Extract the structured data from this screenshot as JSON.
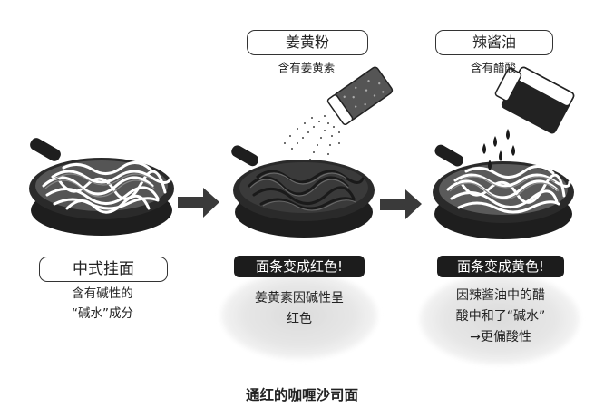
{
  "diagram": {
    "title": "通红的咖喱沙司面",
    "step1": {
      "name": "中式挂面",
      "note_lines": [
        "含有碱性的",
        "“碱水”成分"
      ]
    },
    "step2": {
      "ingredient": "姜黄粉",
      "ingredient_note": "含有姜黄素",
      "result": "面条变成红色!",
      "explanation_lines": [
        "姜黄素因碱性呈",
        "红色"
      ]
    },
    "step3": {
      "ingredient": "辣酱油",
      "ingredient_note": "含有醋酸",
      "result": "面条变成黄色!",
      "explanation_lines": [
        "因辣酱油中的醋",
        "酸中和了“碱水”",
        "→更偏酸性"
      ]
    }
  }
}
